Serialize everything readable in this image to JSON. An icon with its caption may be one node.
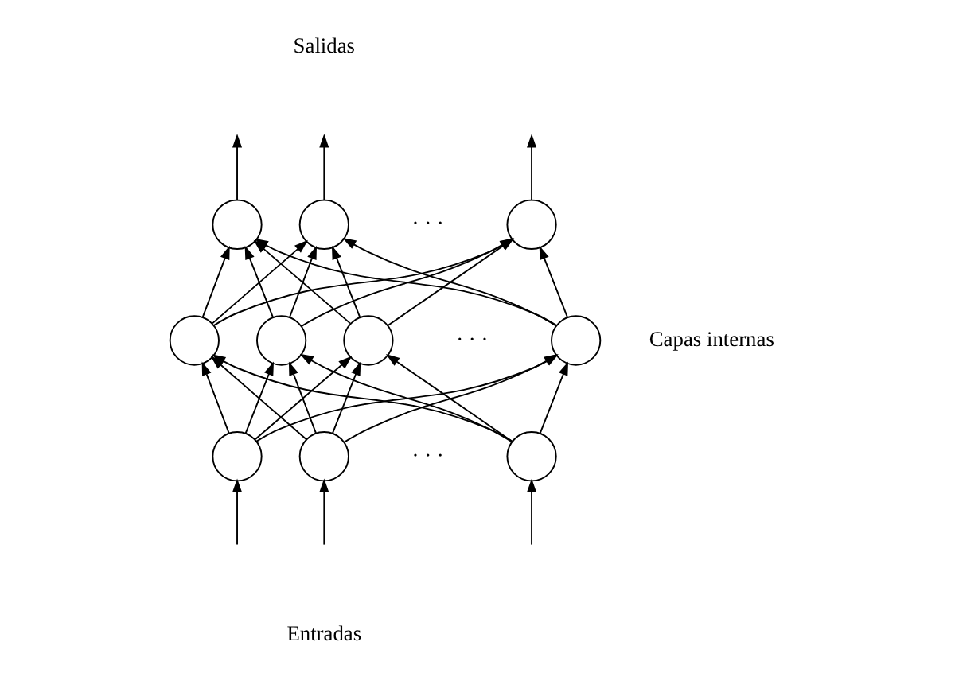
{
  "diagram": {
    "nodes": [
      {
        "text": [],
        "shape": "circle"
      },
      {
        "text": [],
        "shape": "circle"
      },
      {
        "text": [],
        "shape": "circle"
      },
      {
        "text": [],
        "shape": "circle"
      },
      {
        "text": [],
        "shape": "circle"
      },
      {
        "text": [],
        "shape": "circle"
      },
      {
        "text": [],
        "shape": "circle"
      },
      {
        "text": [],
        "shape": "circle"
      },
      {
        "text": [],
        "shape": "circle"
      },
      {
        "text": [],
        "shape": "circle"
      }
    ],
    "edges": [
      {
        "from": null,
        "to": 7,
        "arrow": "to"
      },
      {
        "from": null,
        "to": 8,
        "arrow": "to"
      },
      {
        "from": null,
        "to": 9,
        "arrow": "to"
      },
      {
        "from": 7,
        "to": 3,
        "arrow": "to"
      },
      {
        "from": 7,
        "to": 4,
        "arrow": "to"
      },
      {
        "from": 7,
        "to": 5,
        "arrow": "to"
      },
      {
        "from": 7,
        "to": 6,
        "arrow": "to"
      },
      {
        "from": 8,
        "to": 3,
        "arrow": "to"
      },
      {
        "from": 8,
        "to": 4,
        "arrow": "to"
      },
      {
        "from": 8,
        "to": 5,
        "arrow": "to"
      },
      {
        "from": 8,
        "to": 6,
        "arrow": "to"
      },
      {
        "from": 9,
        "to": 3,
        "arrow": "to"
      },
      {
        "from": 9,
        "to": 4,
        "arrow": "to"
      },
      {
        "from": 9,
        "to": 5,
        "arrow": "to"
      },
      {
        "from": 9,
        "to": 6,
        "arrow": "to"
      },
      {
        "from": 3,
        "to": 0,
        "arrow": "to"
      },
      {
        "from": 3,
        "to": 1,
        "arrow": "to"
      },
      {
        "from": 3,
        "to": 2,
        "arrow": "to"
      },
      {
        "from": 4,
        "to": 0,
        "arrow": "to"
      },
      {
        "from": 4,
        "to": 1,
        "arrow": "to"
      },
      {
        "from": 4,
        "to": 2,
        "arrow": "to"
      },
      {
        "from": 5,
        "to": 0,
        "arrow": "to"
      },
      {
        "from": 5,
        "to": 1,
        "arrow": "to"
      },
      {
        "from": 5,
        "to": 2,
        "arrow": "to"
      },
      {
        "from": 6,
        "to": 0,
        "arrow": "to"
      },
      {
        "from": 6,
        "to": 1,
        "arrow": "to"
      },
      {
        "from": 6,
        "to": 2,
        "arrow": "to"
      },
      {
        "from": 0,
        "to": null,
        "arrow": "to"
      },
      {
        "from": 1,
        "to": null,
        "arrow": "to"
      },
      {
        "from": 2,
        "to": null,
        "arrow": "to"
      }
    ],
    "labels": [
      "Salidas",
      "· · ·",
      "· · ·",
      "Capas internas",
      "· · ·",
      "Entradas"
    ]
  }
}
